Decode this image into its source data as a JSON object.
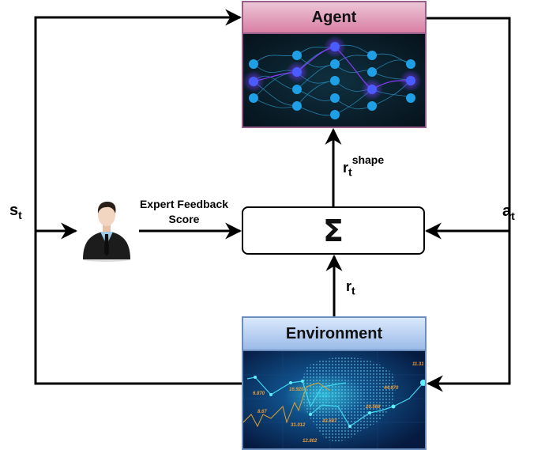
{
  "diagram": {
    "blocks": {
      "agent": {
        "title": "Agent",
        "image": "neural-network-illustration"
      },
      "environment": {
        "title": "Environment",
        "image": "financial-market-globe-illustration"
      },
      "summation": {
        "symbol": "Σ"
      }
    },
    "expert": {
      "icon": "businessman-avatar",
      "feedback_label_line1": "Expert Feedback",
      "feedback_label_line2": "Score"
    },
    "signals": {
      "state": {
        "base": "s",
        "sub": "t"
      },
      "action": {
        "base": "a",
        "sub": "t"
      },
      "reward": {
        "base": "r",
        "sub": "t"
      },
      "shaped_reward": {
        "base": "r",
        "sub": "t",
        "sup": "shape"
      }
    },
    "env_image_numbers": [
      "11.31",
      "44.870",
      "20.568",
      "31.012",
      "12.802",
      "6.870",
      "16.920",
      "8.67",
      "43.587"
    ],
    "colors": {
      "agent_border": "#9a5e8c",
      "agent_header_top": "#ecc6d6",
      "agent_header_bottom": "#d97fa4",
      "env_border": "#6c8ebf",
      "env_header_top": "#dae8fc",
      "env_header_bottom": "#9bbbe8",
      "wire": "#000000"
    }
  }
}
